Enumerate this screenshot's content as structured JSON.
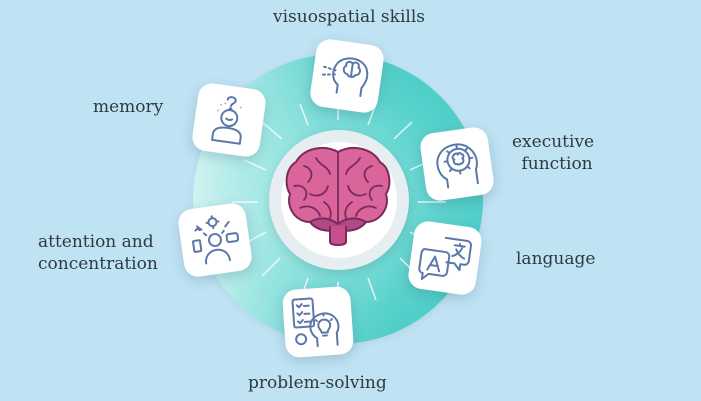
{
  "labels": {
    "visuospatial": "visuospatial skills",
    "memory": "memory",
    "executive_line1": "executive",
    "executive_line2": "function",
    "attention_line1": "attention and",
    "attention_line2": "concentration",
    "language": "language",
    "problem_solving": "problem-solving"
  },
  "icons": {
    "center": "brain-icon",
    "visuospatial": "head-eye-brain-icon",
    "memory": "person-question-icon",
    "executive": "head-gear-brain-icon",
    "attention": "person-distractions-icon",
    "language": "translation-bubbles-icon",
    "problem_solving": "checklist-lightbulb-head-icon"
  },
  "colors": {
    "background": "#bfe3f3",
    "ring": "#59d2cc",
    "brain": "#d9659a",
    "icon_stroke": "#5b78a8"
  }
}
